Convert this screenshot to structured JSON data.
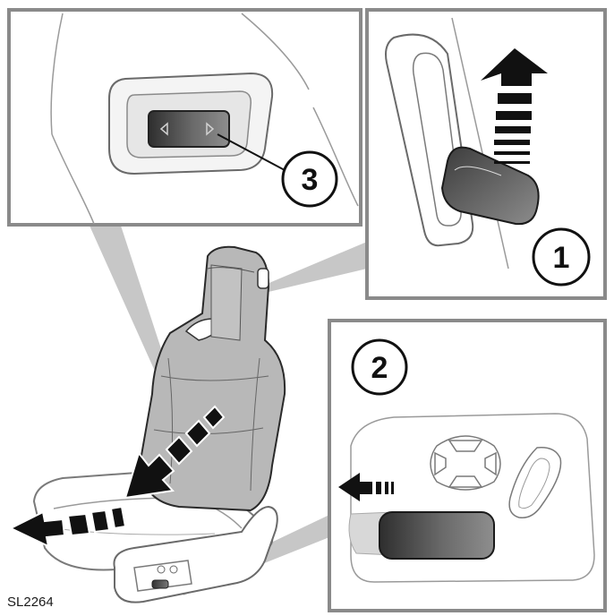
{
  "figure": {
    "reference_code": "SL2264",
    "callouts": [
      {
        "id": "1",
        "label": "1"
      },
      {
        "id": "2",
        "label": "2"
      },
      {
        "id": "3",
        "label": "3"
      }
    ]
  },
  "colors": {
    "line": "#1a1a1a",
    "seat_grey": "#b5b5b5",
    "panel_grey": "#c4c4c4",
    "switch_dark": "#555555",
    "arrow": "#111111"
  }
}
